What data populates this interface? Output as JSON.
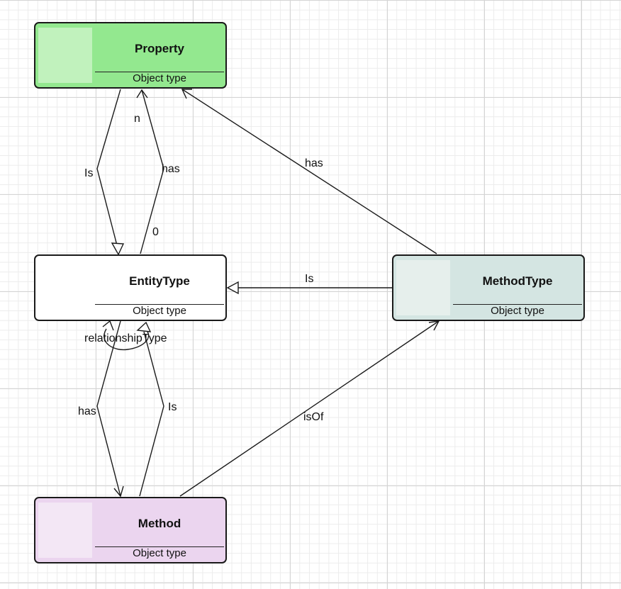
{
  "nodes": {
    "property": {
      "name": "Property",
      "type": "Object type",
      "color": "#93e88f"
    },
    "entity": {
      "name": "EntityType",
      "type": "Object type",
      "color": "#ffffff"
    },
    "methodtype": {
      "name": "MethodType",
      "type": "Object type",
      "color": "#d4e5e2"
    },
    "method": {
      "name": "Method",
      "type": "Object type",
      "color": "#ebd5ef"
    }
  },
  "edges": {
    "entity_is_property": "Is",
    "entity_has_property": "has",
    "entity_has_property_source_card": "0",
    "entity_has_property_target_card": "n",
    "methodtype_has_property": "has",
    "methodtype_is_entity": "Is",
    "entity_self": "relationshipType",
    "entity_has_method": "has",
    "method_is_entity": "Is",
    "method_isof_methodtype": "isOf"
  }
}
